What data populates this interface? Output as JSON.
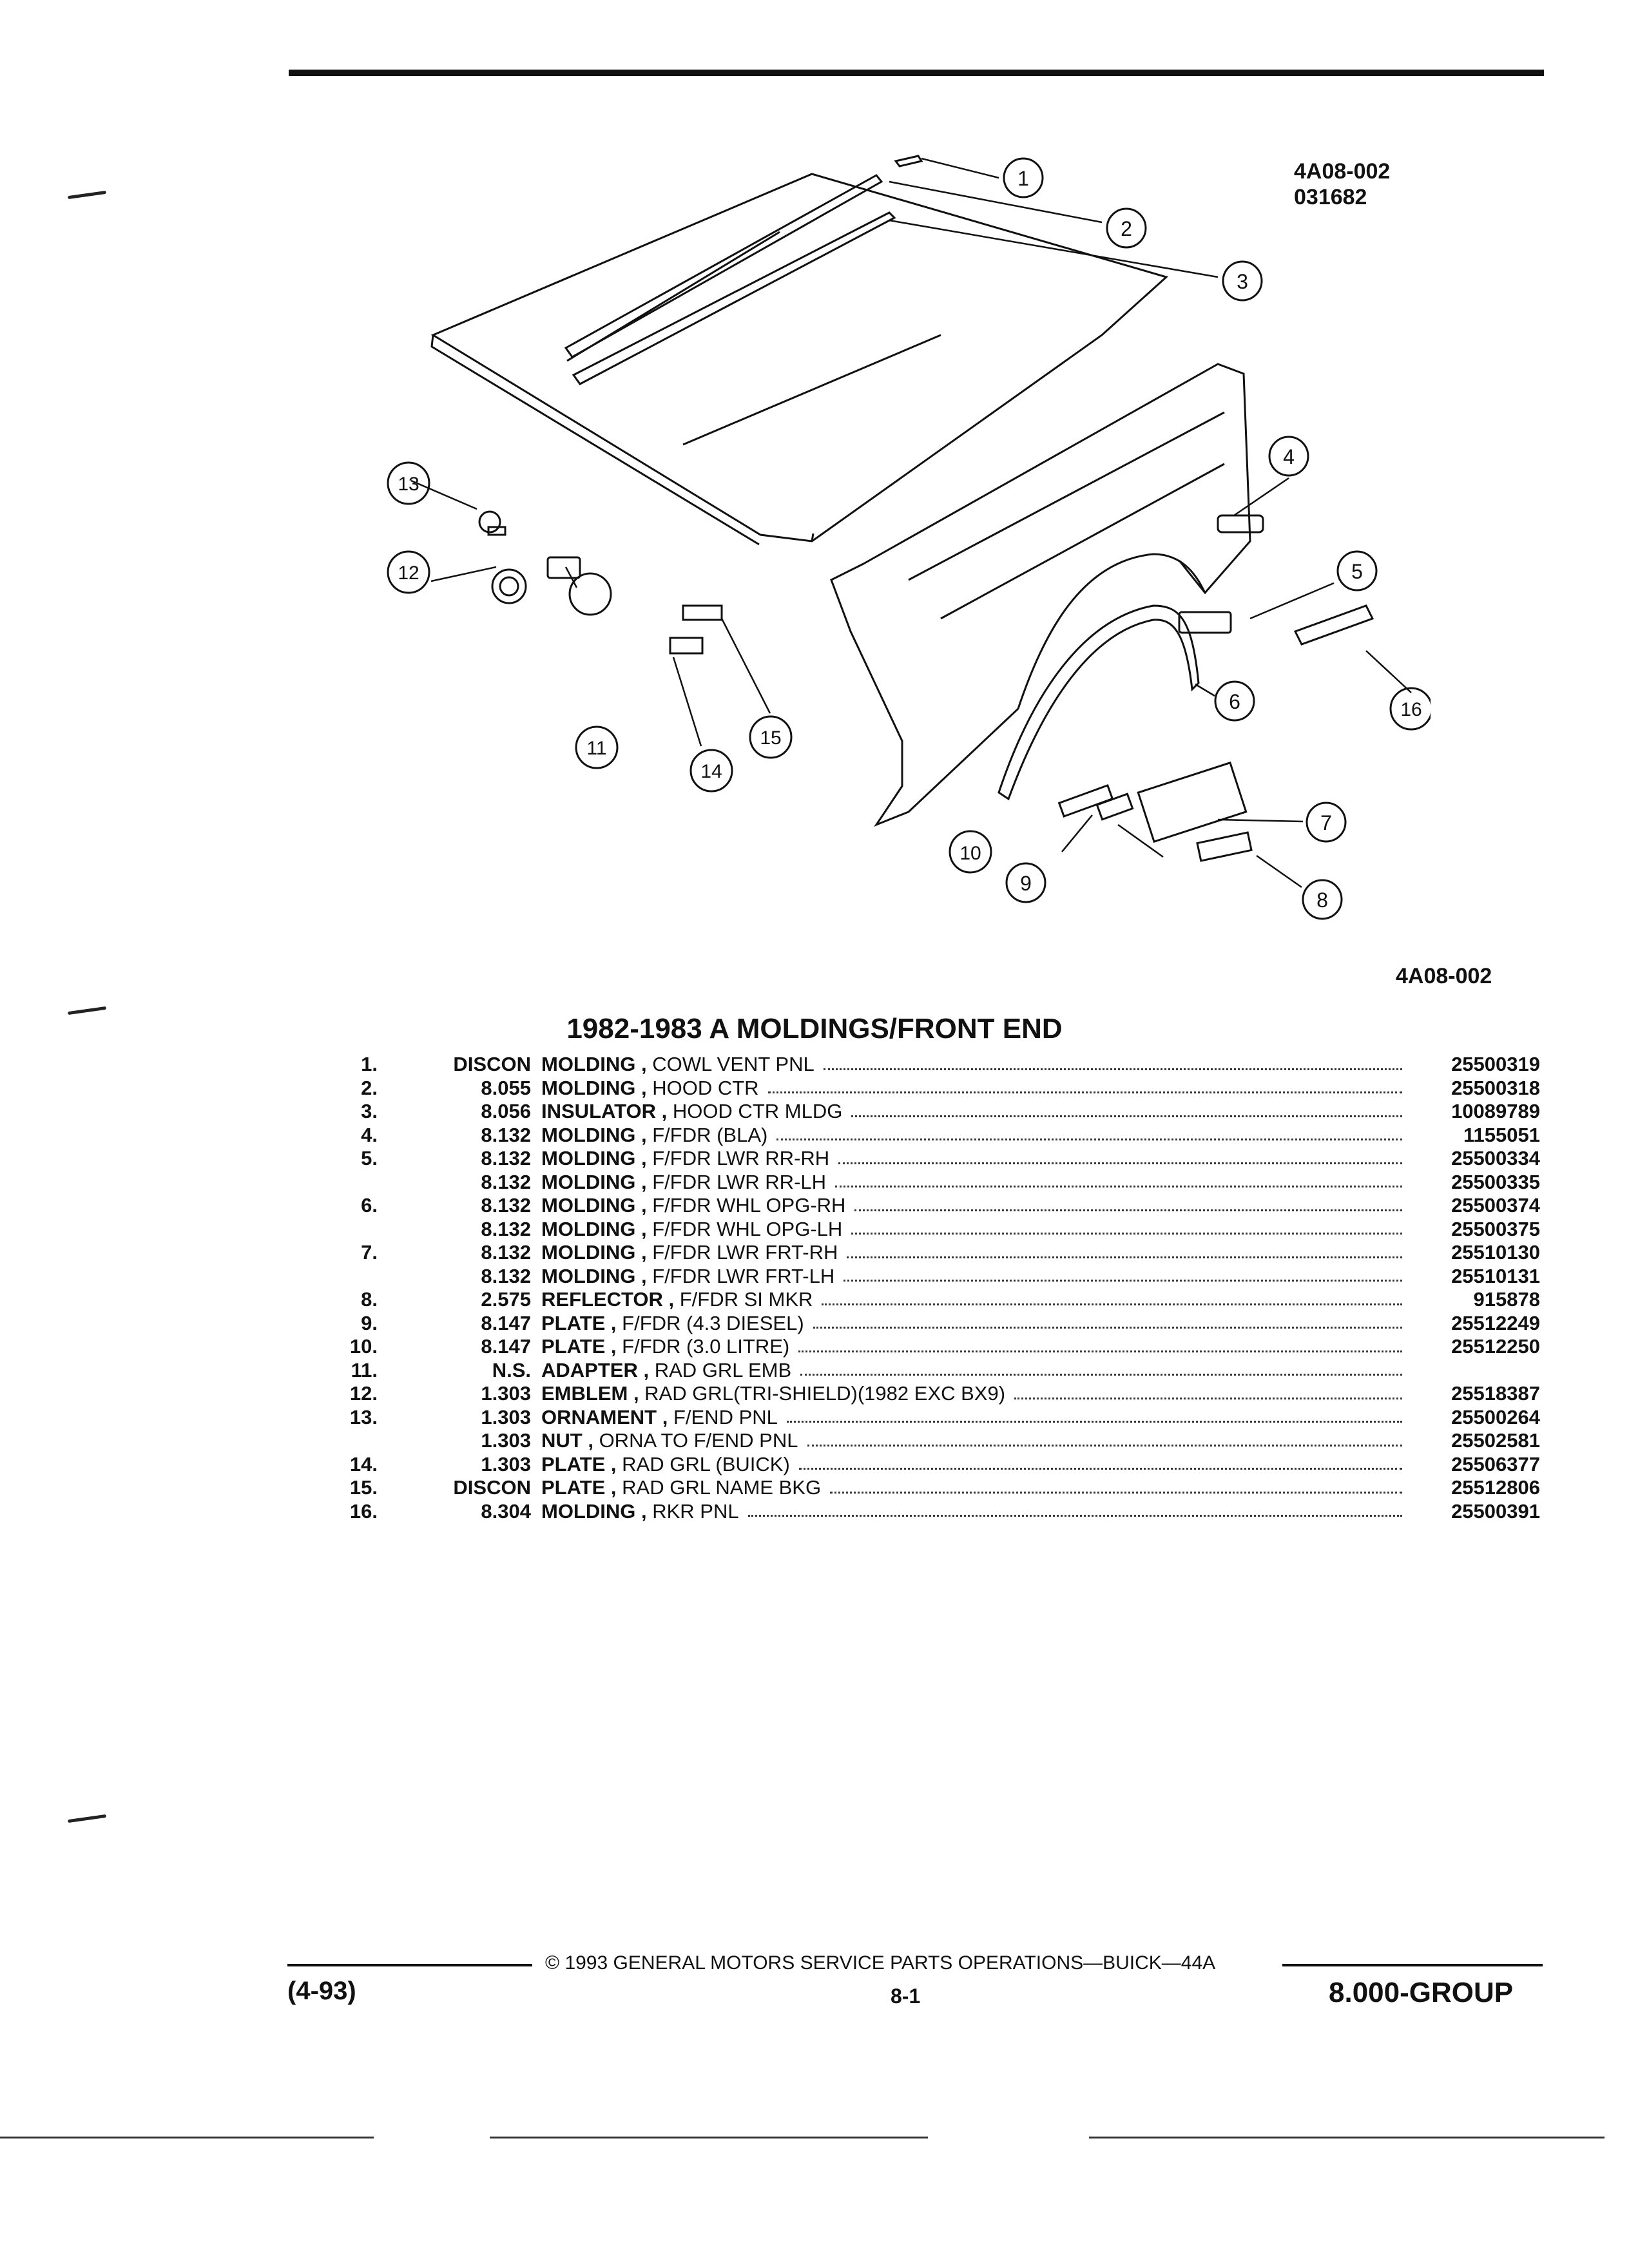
{
  "figure": {
    "id_lines": [
      "4A08-002",
      "031682"
    ],
    "ref": "4A08-002",
    "callouts": [
      "1",
      "2",
      "3",
      "4",
      "5",
      "6",
      "7",
      "8",
      "9",
      "10",
      "11",
      "12",
      "13",
      "14",
      "15",
      "16"
    ]
  },
  "table": {
    "title": "1982-1983 A MOLDINGS/FRONT END",
    "rows": [
      {
        "num": "1.",
        "group": "DISCON",
        "name": "MOLDING",
        "detail": "COWL VENT PNL",
        "part": "25500319"
      },
      {
        "num": "2.",
        "group": "8.055",
        "name": "MOLDING",
        "detail": "HOOD CTR",
        "part": "25500318"
      },
      {
        "num": "3.",
        "group": "8.056",
        "name": "INSULATOR",
        "detail": "HOOD CTR MLDG",
        "part": "10089789"
      },
      {
        "num": "4.",
        "group": "8.132",
        "name": "MOLDING",
        "detail": "F/FDR (BLA)",
        "part": "1155051"
      },
      {
        "num": "5.",
        "group": "8.132",
        "name": "MOLDING",
        "detail": "F/FDR LWR RR-RH",
        "part": "25500334"
      },
      {
        "num": "",
        "group": "8.132",
        "name": "MOLDING",
        "detail": "F/FDR LWR RR-LH",
        "part": "25500335"
      },
      {
        "num": "6.",
        "group": "8.132",
        "name": "MOLDING",
        "detail": "F/FDR WHL OPG-RH",
        "part": "25500374"
      },
      {
        "num": "",
        "group": "8.132",
        "name": "MOLDING",
        "detail": "F/FDR WHL OPG-LH",
        "part": "25500375"
      },
      {
        "num": "7.",
        "group": "8.132",
        "name": "MOLDING",
        "detail": "F/FDR LWR FRT-RH",
        "part": "25510130"
      },
      {
        "num": "",
        "group": "8.132",
        "name": "MOLDING",
        "detail": "F/FDR LWR FRT-LH",
        "part": "25510131"
      },
      {
        "num": "8.",
        "group": "2.575",
        "name": "REFLECTOR",
        "detail": "F/FDR SI MKR",
        "part": "915878"
      },
      {
        "num": "9.",
        "group": "8.147",
        "name": "PLATE",
        "detail": "F/FDR (4.3 DIESEL)",
        "part": "25512249"
      },
      {
        "num": "10.",
        "group": "8.147",
        "name": "PLATE",
        "detail": "F/FDR (3.0 LITRE)",
        "part": "25512250"
      },
      {
        "num": "11.",
        "group": "N.S.",
        "name": "ADAPTER",
        "detail": "RAD GRL EMB",
        "part": ""
      },
      {
        "num": "12.",
        "group": "1.303",
        "name": "EMBLEM",
        "detail": "RAD GRL(TRI-SHIELD)(1982 EXC BX9)",
        "part": "25518387"
      },
      {
        "num": "13.",
        "group": "1.303",
        "name": "ORNAMENT",
        "detail": "F/END PNL",
        "part": "25500264"
      },
      {
        "num": "",
        "group": "1.303",
        "name": "NUT",
        "detail": "ORNA TO F/END PNL",
        "part": "25502581"
      },
      {
        "num": "14.",
        "group": "1.303",
        "name": "PLATE",
        "detail": "RAD GRL (BUICK)",
        "part": "25506377"
      },
      {
        "num": "15.",
        "group": "DISCON",
        "name": "PLATE",
        "detail": "RAD GRL NAME BKG",
        "part": "25512806"
      },
      {
        "num": "16.",
        "group": "8.304",
        "name": "MOLDING",
        "detail": "RKR PNL",
        "part": "25500391"
      }
    ]
  },
  "footer": {
    "copyright": "© 1993  GENERAL MOTORS SERVICE PARTS OPERATIONS—BUICK—44A",
    "date_code": "(4-93)",
    "page": "8-1",
    "group": "8.000-GROUP"
  }
}
